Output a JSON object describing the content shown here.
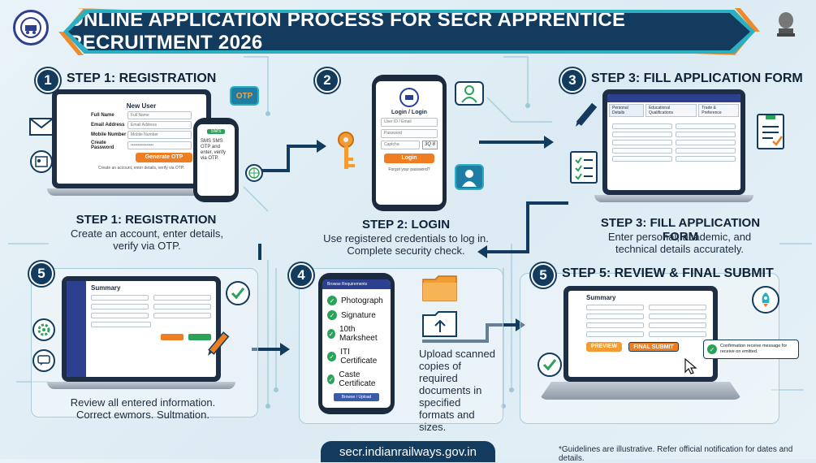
{
  "header": {
    "title": "ONLINE APPLICATION PROCESS FOR SECR APPRENTICE RECRUITMENT 2026"
  },
  "step1": {
    "num": "1",
    "title": "STEP 1: REGISTRATION",
    "form": {
      "heading": "New User",
      "fields": [
        {
          "label": "Full Name",
          "placeholder": "Full Name"
        },
        {
          "label": "Email Address",
          "placeholder": "Email Address"
        },
        {
          "label": "Mobile Number",
          "placeholder": "Mobile Number"
        },
        {
          "label": "Create Password",
          "placeholder": "••••••••••••••••"
        }
      ],
      "button": "Generate OTP",
      "note": "Create an account, enter details, verify via OTP."
    },
    "phone": {
      "badge": "SMS",
      "text": "SMS SMS OTP and enter, verify via OTP."
    },
    "otp_badge": "OTP",
    "caption_title": "STEP 1: REGISTRATION",
    "caption": "Create an account, enter details, verify via OTP."
  },
  "step2": {
    "num": "2",
    "phone": {
      "heading": "Login / Login",
      "user_placeholder": "User ID / Email",
      "password_placeholder": "Password",
      "captcha_placeholder": "Captcha",
      "captcha_code": "3Q 8",
      "button": "Login",
      "forgot": "Forgot your password?"
    },
    "caption_title": "STEP 2: LOGIN",
    "caption": "Use registered credentials to log in. Complete security check."
  },
  "step3": {
    "num": "3",
    "title": "STEP 3: FILL APPLICATION FORM",
    "tabs": [
      "Personal Details",
      "Educational Qualifications",
      "Trade & Preference"
    ],
    "caption_title": "STEP 3: FILL APPLICATION FORM",
    "caption": "Enter personal, academic, and technical details accurately."
  },
  "step4": {
    "num": "4",
    "header": "Browse Requirements",
    "documents": [
      "Photograph",
      "Signature",
      "10th Marksheet",
      "ITI Certificate",
      "Caste Certificate"
    ],
    "button": "Browse / Upload",
    "caption": "Upload scanned copies of required documents in specified formats and sizes."
  },
  "step5_left": {
    "num": "5",
    "summary": "Summary",
    "caption": "Review all entered information. Correct ewmors. Sultmation."
  },
  "step5_right": {
    "num": "5",
    "title": "STEP 5: REVIEW & FINAL SUBMIT",
    "summary": "Summary",
    "preview": "PREVIEW",
    "final_submit": "FINAL SUBMIT",
    "confirmation": "Confirmation receive message for receive on emitted."
  },
  "footer": {
    "url": "secr.indianrailways.gov.in",
    "note": "*Guidelines are illustrative. Refer official notification for dates and details."
  },
  "colors": {
    "navy": "#123b5e",
    "orange": "#ef7d22",
    "teal": "#2bb0c3",
    "green": "#2aa35a"
  }
}
